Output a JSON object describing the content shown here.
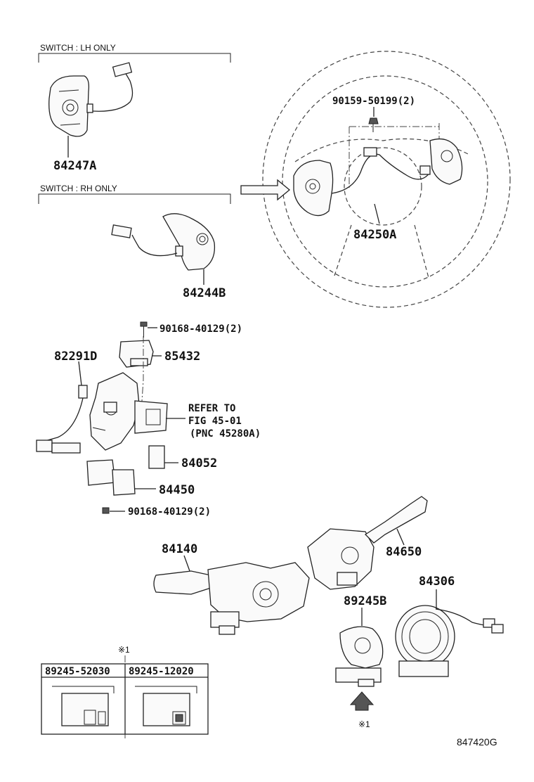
{
  "section_labels": {
    "lh_only": "SWITCH : LH ONLY",
    "rh_only": "SWITCH : RH ONLY"
  },
  "parts": {
    "p84247A": "84247A",
    "p84244B": "84244B",
    "p84250A": "84250A",
    "p90159": "90159-50199(2)",
    "p90168_top": "90168-40129(2)",
    "p85432": "85432",
    "p82291D": "82291D",
    "p84052": "84052",
    "p84450": "84450",
    "p90168_bottom": "90168-40129(2)",
    "p84140": "84140",
    "p84650": "84650",
    "p84306": "84306",
    "p89245B": "89245B"
  },
  "refer": {
    "line1": "REFER TO",
    "line2": "FIG 45-01",
    "line3": "(PNC 45280A)"
  },
  "variant_table": {
    "note_mark": "※1",
    "col1": "89245-52030",
    "col2": "89245-12020"
  },
  "arrow_note": "※1",
  "figure_code": "847420G"
}
